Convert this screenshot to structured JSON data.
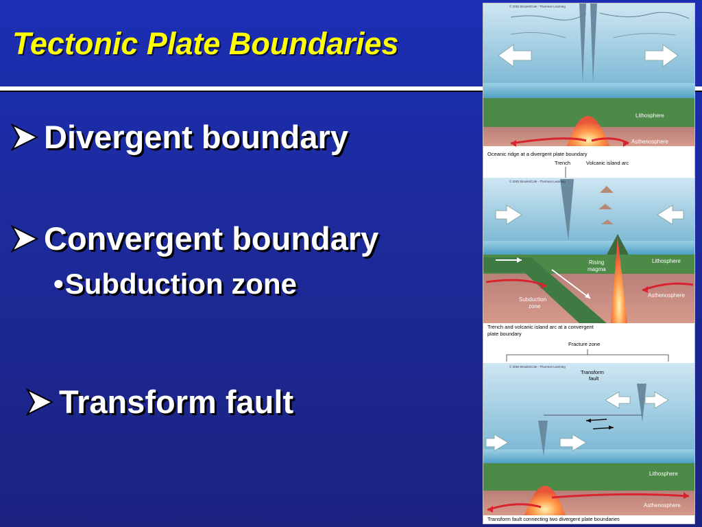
{
  "slide": {
    "title": "Tectonic Plate Boundaries",
    "bullets": [
      {
        "label": "Divergent boundary"
      },
      {
        "label": "Convergent boundary"
      },
      {
        "label": "Subduction zone"
      },
      {
        "label": "Transform fault"
      }
    ],
    "sub_bullet_marker": "•"
  },
  "figure": {
    "credit": "© 2002 Brooks/Cole - Thomson Learning",
    "panel1": {
      "lithosphere": "Lithosphere",
      "asthenosphere": "Asthenosphere",
      "caption": "Oceanic ridge at a divergent plate boundary"
    },
    "panel2": {
      "trench": "Trench",
      "arc": "Volcanic island arc",
      "lithosphere": "Lithosphere",
      "rising1": "Rising",
      "rising2": "magma",
      "subduction1": "Subduction",
      "subduction2": "zone",
      "asthenosphere": "Asthenosphere",
      "caption1": "Trench and volcanic island arc at a convergent",
      "caption2": "plate boundary"
    },
    "panel3": {
      "fracture": "Fracture zone",
      "transform1": "Transform",
      "transform2": "fault",
      "lithosphere": "Lithosphere",
      "asthenosphere": "Asthenosphere",
      "caption": "Transform fault connecting two divergent plate boundaries"
    }
  },
  "colors": {
    "title": "#ffff00",
    "bullet": "#ffffff",
    "background": "#1d2a9a"
  }
}
